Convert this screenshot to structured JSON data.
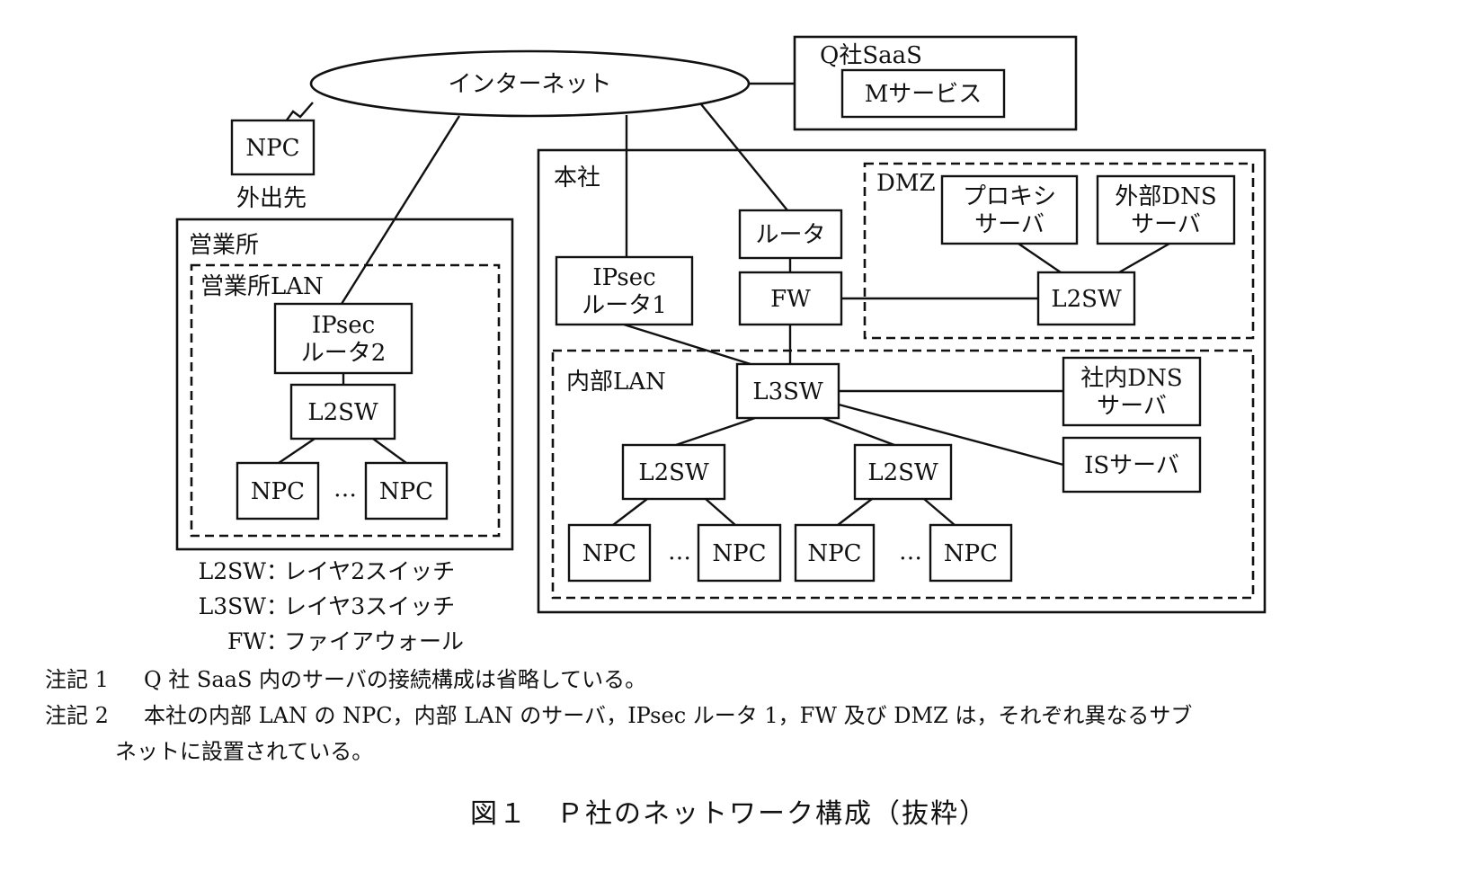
{
  "figure": {
    "caption": "図１　Ｐ社のネットワーク構成（抜粋）"
  },
  "zones": {
    "q_saas": "Q社SaaS",
    "honsha": "本社",
    "dmz": "DMZ",
    "internal_lan": "内部LAN",
    "branch": "営業所",
    "branch_lan": "営業所LAN"
  },
  "nodes": {
    "internet": [
      "インターネット"
    ],
    "m_service": [
      "Mサービス"
    ],
    "npc_outside": [
      "NPC"
    ],
    "outside_label": "外出先",
    "router": [
      "ルータ"
    ],
    "fw": [
      "FW"
    ],
    "ipsec_router1": [
      "IPsec",
      "ルータ1"
    ],
    "proxy_server": [
      "プロキシ",
      "サーバ"
    ],
    "ext_dns_server": [
      "外部DNS",
      "サーバ"
    ],
    "dmz_l2sw": [
      "L2SW"
    ],
    "l3sw": [
      "L3SW"
    ],
    "int_dns_server": [
      "社内DNS",
      "サーバ"
    ],
    "is_server": [
      "ISサーバ"
    ],
    "hq_l2sw_a": [
      "L2SW"
    ],
    "hq_l2sw_b": [
      "L2SW"
    ],
    "hq_npc_a1": [
      "NPC"
    ],
    "hq_npc_a2": [
      "NPC"
    ],
    "hq_npc_b1": [
      "NPC"
    ],
    "hq_npc_b2": [
      "NPC"
    ],
    "ipsec_router2": [
      "IPsec",
      "ルータ2"
    ],
    "br_l2sw": [
      "L2SW"
    ],
    "br_npc1": [
      "NPC"
    ],
    "br_npc2": [
      "NPC"
    ],
    "ellipsis": "…"
  },
  "connections": [
    [
      "internet",
      "npc_outside",
      "wireless"
    ],
    [
      "internet",
      "m_service",
      "wired"
    ],
    [
      "internet",
      "ipsec_router2",
      "wired"
    ],
    [
      "internet",
      "ipsec_router1",
      "wired"
    ],
    [
      "internet",
      "router",
      "wired"
    ],
    [
      "router",
      "fw",
      "wired"
    ],
    [
      "fw",
      "dmz_l2sw",
      "wired"
    ],
    [
      "dmz_l2sw",
      "proxy_server",
      "wired"
    ],
    [
      "dmz_l2sw",
      "ext_dns_server",
      "wired"
    ],
    [
      "fw",
      "l3sw",
      "wired"
    ],
    [
      "ipsec_router1",
      "l3sw",
      "wired"
    ],
    [
      "l3sw",
      "int_dns_server",
      "wired"
    ],
    [
      "l3sw",
      "is_server",
      "wired"
    ],
    [
      "l3sw",
      "hq_l2sw_a",
      "wired"
    ],
    [
      "l3sw",
      "hq_l2sw_b",
      "wired"
    ],
    [
      "hq_l2sw_a",
      "hq_npc_a1",
      "wired"
    ],
    [
      "hq_l2sw_a",
      "hq_npc_a2",
      "wired"
    ],
    [
      "hq_l2sw_b",
      "hq_npc_b1",
      "wired"
    ],
    [
      "hq_l2sw_b",
      "hq_npc_b2",
      "wired"
    ],
    [
      "ipsec_router2",
      "br_l2sw",
      "wired"
    ],
    [
      "br_l2sw",
      "br_npc1",
      "wired"
    ],
    [
      "br_l2sw",
      "br_npc2",
      "wired"
    ]
  ],
  "legend": [
    {
      "abbr": "L2SW",
      "sep": "：",
      "desc": "レイヤ2スイッチ"
    },
    {
      "abbr": "L3SW",
      "sep": "：",
      "desc": "レイヤ3スイッチ"
    },
    {
      "abbr": "FW",
      "sep": "：",
      "desc": "ファイアウォール"
    }
  ],
  "notes": [
    {
      "label": "注記 1",
      "text": "Q 社 SaaS 内のサーバの接続構成は省略している。",
      "cont": ""
    },
    {
      "label": "注記 2",
      "text": "本社の内部 LAN の NPC，内部 LAN のサーバ，IPsec ルータ 1，FW 及び DMZ は，それぞれ異なるサブ",
      "cont": "ネットに設置されている。"
    }
  ]
}
